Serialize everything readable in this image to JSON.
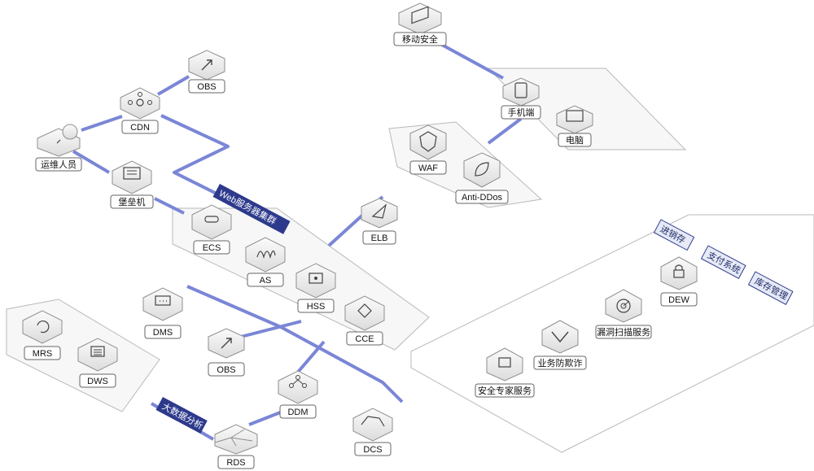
{
  "colors": {
    "flow": "#7a86d6",
    "banner": "#2d3a8c",
    "platform_stroke": "#b9b9b9",
    "platform_fill": "#f7f7f7",
    "node_fill": "#f2f2f2",
    "node_stroke": "#8f8f8f",
    "label_fill": "#ffffff",
    "tag_fill": "#e6eaf7"
  },
  "nodes": {
    "mobile_security": {
      "label": "移动安全",
      "icon": "tablet-icon"
    },
    "phone": {
      "label": "手机端",
      "icon": "phone-icon"
    },
    "computer": {
      "label": "电脑",
      "icon": "monitor-icon"
    },
    "waf": {
      "label": "WAF",
      "icon": "shield-icon"
    },
    "anti_ddos": {
      "label": "Anti-DDos",
      "icon": "leaf-icon"
    },
    "elb": {
      "label": "ELB",
      "icon": "kite-icon"
    },
    "obs_top": {
      "label": "OBS",
      "icon": "upload-arrow-icon"
    },
    "cdn": {
      "label": "CDN",
      "icon": "network-hub-icon"
    },
    "ops_staff": {
      "label": "运维人员",
      "icon": "person-icon"
    },
    "bastion": {
      "label": "堡垒机",
      "icon": "server-rack-icon"
    },
    "ecs": {
      "label": "ECS",
      "icon": "server-icon"
    },
    "as": {
      "label": "AS",
      "icon": "wave-icon"
    },
    "hss": {
      "label": "HSS",
      "icon": "lock-box-icon"
    },
    "cce": {
      "label": "CCE",
      "icon": "cube-icon"
    },
    "dms": {
      "label": "DMS",
      "icon": "message-icon"
    },
    "obs_mid": {
      "label": "OBS",
      "icon": "upload-arrow-icon"
    },
    "ddm": {
      "label": "DDM",
      "icon": "tree-icon"
    },
    "rds": {
      "label": "RDS",
      "icon": "database-cluster-icon"
    },
    "dcs": {
      "label": "DCS",
      "icon": "hexagon-icon"
    },
    "mrs": {
      "label": "MRS",
      "icon": "cycle-icon"
    },
    "dws": {
      "label": "DWS",
      "icon": "document-icon"
    },
    "dew": {
      "label": "DEW",
      "icon": "padlock-icon"
    },
    "vuln_scan": {
      "label": "漏洞扫描服务",
      "icon": "radar-icon"
    },
    "anti_fraud": {
      "label": "业务防欺诈",
      "icon": "shield-check-icon"
    },
    "security_expert": {
      "label": "安全专家服务",
      "icon": "shield-refresh-icon"
    }
  },
  "banners": {
    "web_cluster": "Web服务器集群",
    "big_data": "大数据分析"
  },
  "tags": {
    "inventory": "进销存",
    "payment": "支付系统",
    "warehouse": "库存管理"
  }
}
